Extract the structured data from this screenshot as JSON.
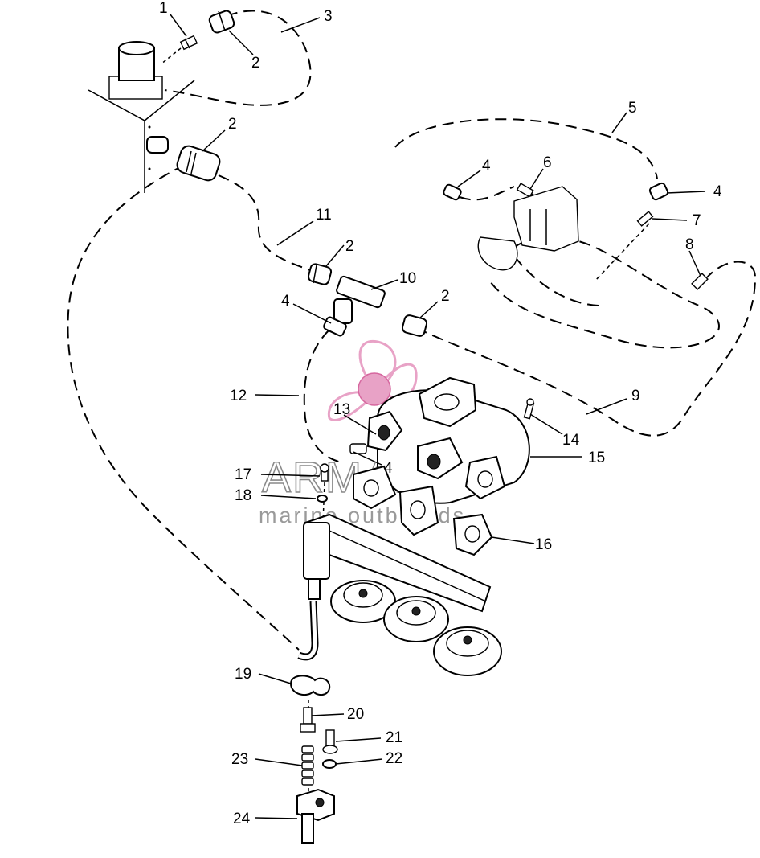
{
  "callouts": [
    {
      "id": "c1",
      "label": "1"
    },
    {
      "id": "c2a",
      "label": "2"
    },
    {
      "id": "c3",
      "label": "3"
    },
    {
      "id": "c2b",
      "label": "2"
    },
    {
      "id": "c5",
      "label": "5"
    },
    {
      "id": "c4a",
      "label": "4"
    },
    {
      "id": "c6",
      "label": "6"
    },
    {
      "id": "c4b",
      "label": "4"
    },
    {
      "id": "c7",
      "label": "7"
    },
    {
      "id": "c11",
      "label": "11"
    },
    {
      "id": "c8",
      "label": "8"
    },
    {
      "id": "c2c",
      "label": "2"
    },
    {
      "id": "c10",
      "label": "10"
    },
    {
      "id": "c4c",
      "label": "4"
    },
    {
      "id": "c2d",
      "label": "2"
    },
    {
      "id": "c12",
      "label": "12"
    },
    {
      "id": "c9",
      "label": "9"
    },
    {
      "id": "c13",
      "label": "13"
    },
    {
      "id": "c14",
      "label": "14"
    },
    {
      "id": "c15",
      "label": "15"
    },
    {
      "id": "c4d",
      "label": "4"
    },
    {
      "id": "c17",
      "label": "17"
    },
    {
      "id": "c18",
      "label": "18"
    },
    {
      "id": "c16",
      "label": "16"
    },
    {
      "id": "c19",
      "label": "19"
    },
    {
      "id": "c20",
      "label": "20"
    },
    {
      "id": "c21",
      "label": "21"
    },
    {
      "id": "c23",
      "label": "23"
    },
    {
      "id": "c22",
      "label": "22"
    },
    {
      "id": "c24",
      "label": "24"
    }
  ],
  "watermark": {
    "brand": "ARMADA",
    "tagline": "marine outboards",
    "logo_color": "#e8a2c6",
    "logo_dark": "#d6679f"
  },
  "icons": [
    "propeller-logo-icon"
  ]
}
